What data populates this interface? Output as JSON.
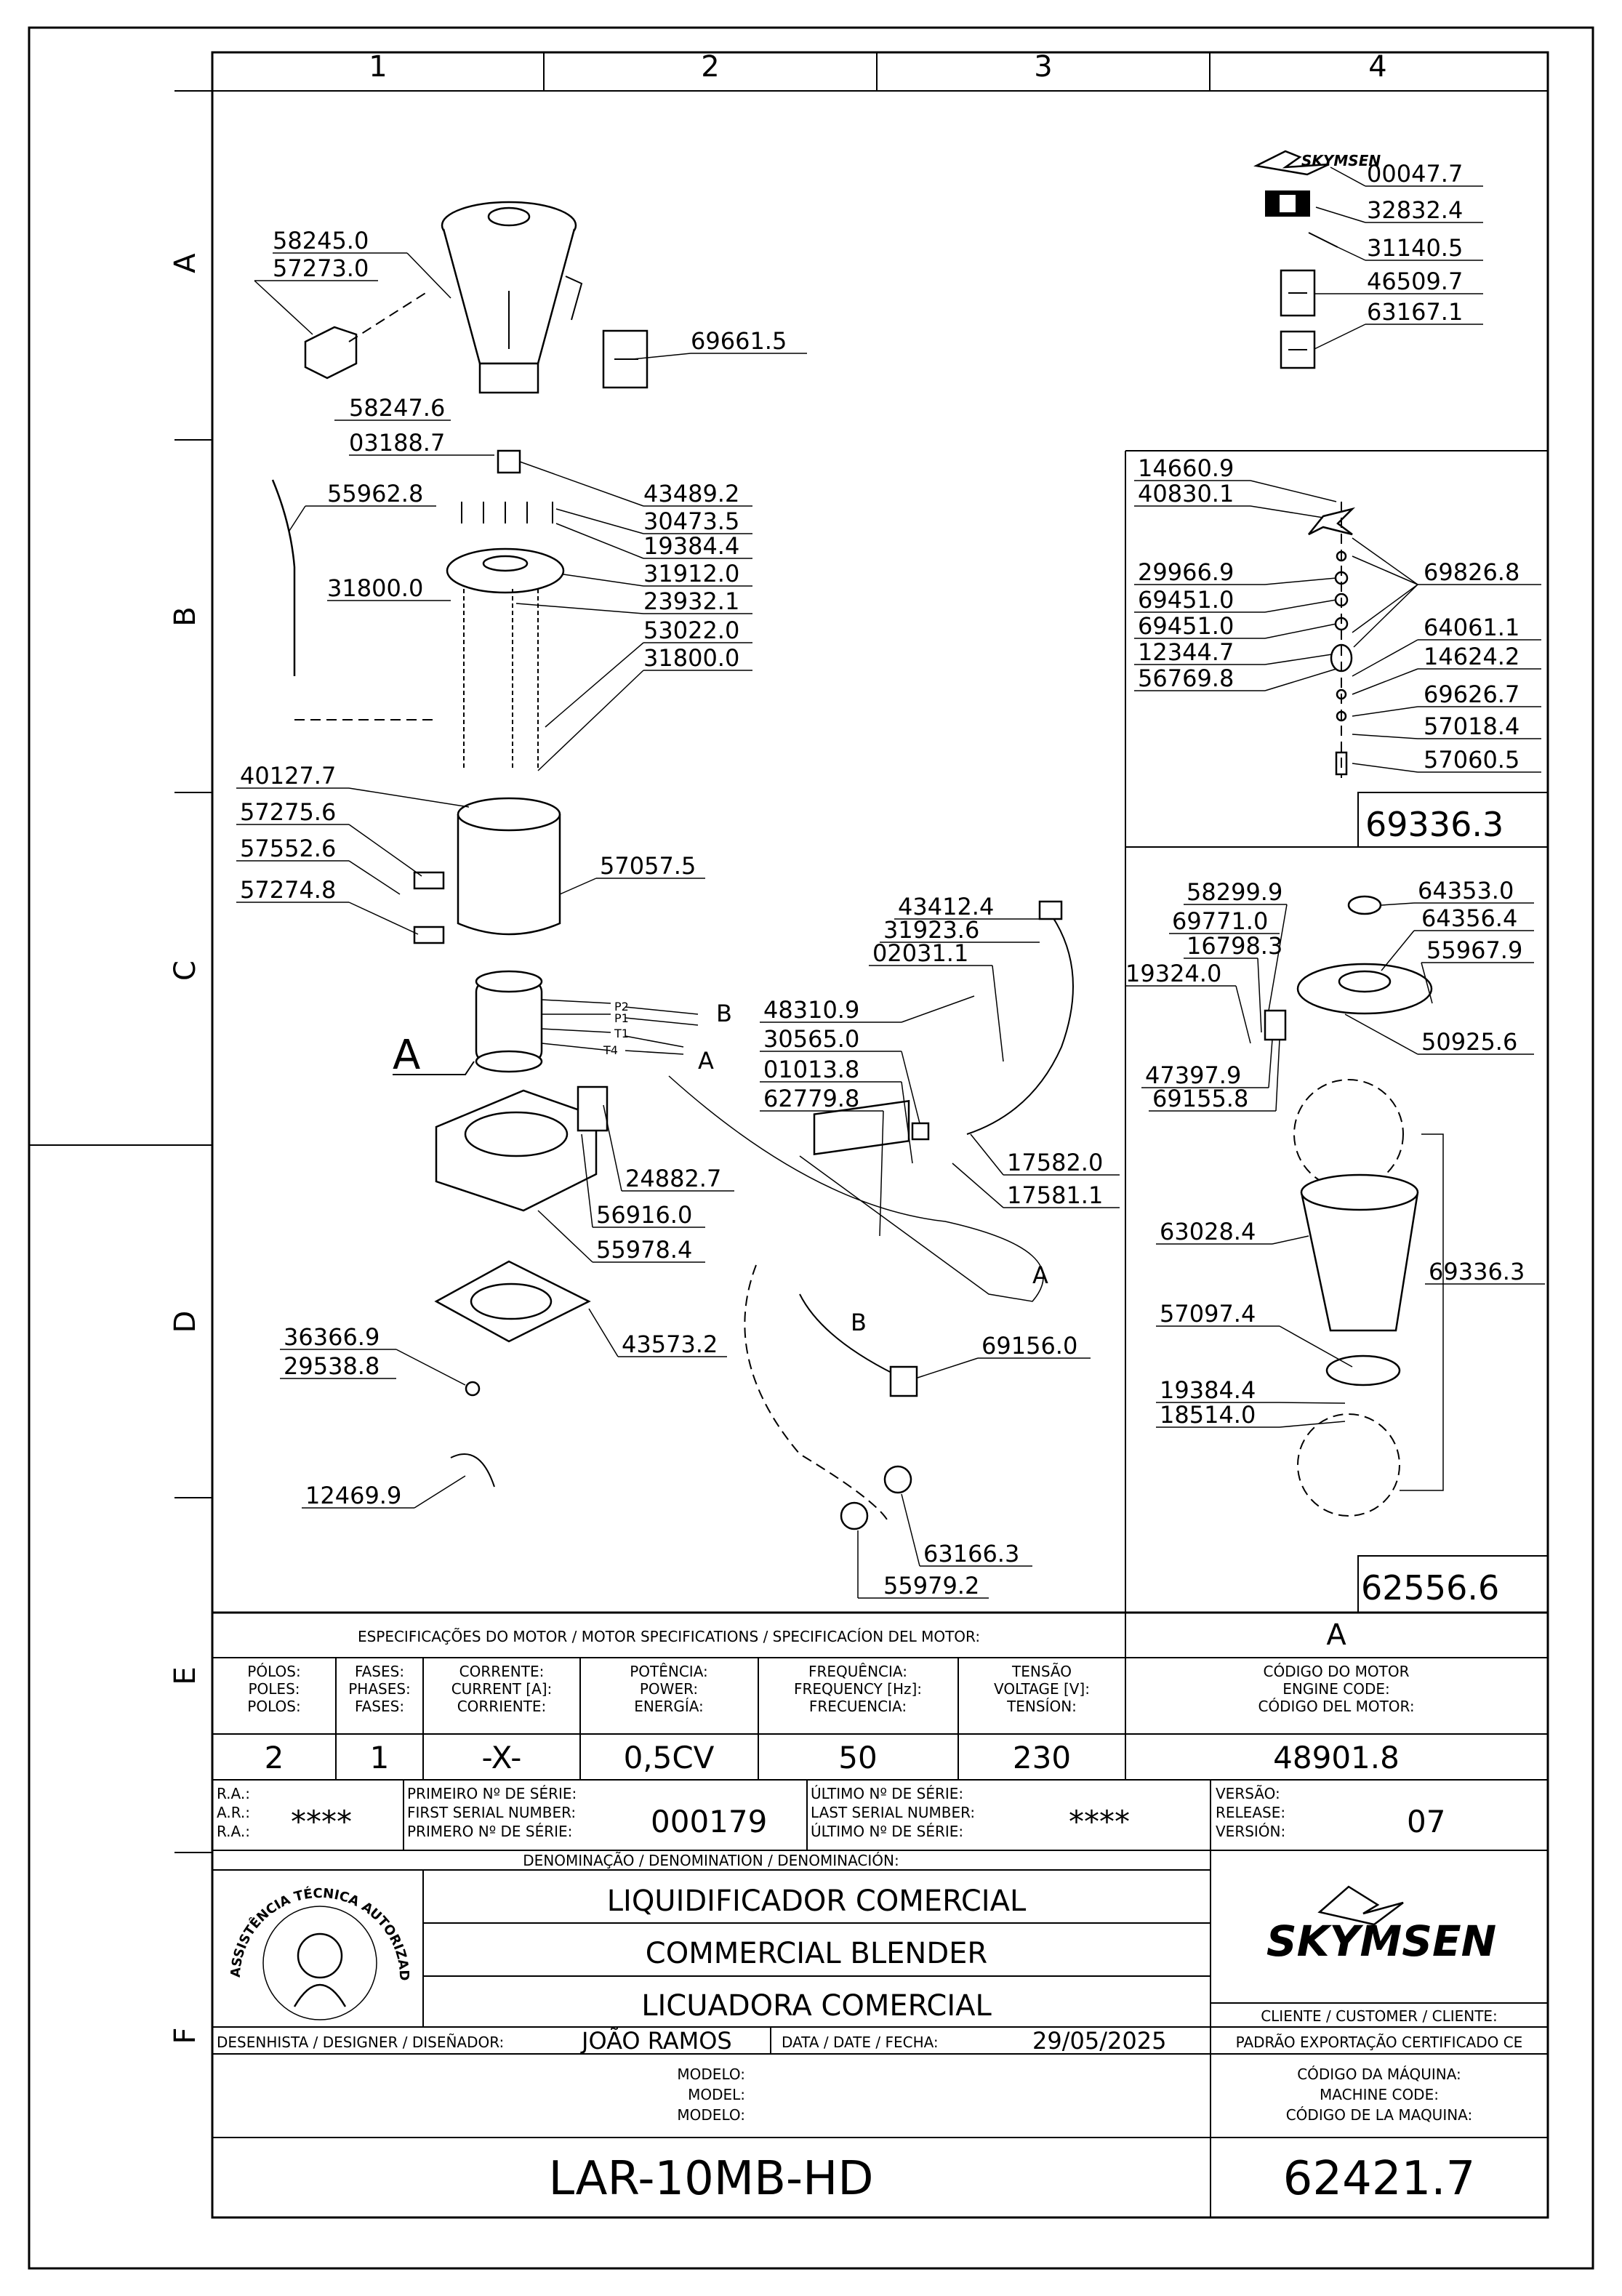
{
  "grid": {
    "columns": [
      "1",
      "2",
      "3",
      "4"
    ],
    "rows": [
      "A",
      "B",
      "C",
      "D",
      "E",
      "F"
    ]
  },
  "callouts": {
    "skymsen_logo_ref": "00047.7",
    "manual_ref": "32832.4",
    "arrow_ref": "31140.5",
    "plate_1": "46509.7",
    "plate_2": "63167.1",
    "c_58245": "58245.0",
    "c_57273": "57273.0",
    "c_69661": "69661.5",
    "c_58247": "58247.6",
    "c_03188": "03188.7",
    "c_55962": "55962.8",
    "c_43489": "43489.2",
    "c_30473": "30473.5",
    "c_19384a": "19384.4",
    "c_31912": "31912.0",
    "c_31800a": "31800.0",
    "c_23932": "23932.1",
    "c_53022": "53022.0",
    "c_31800b": "31800.0",
    "c_40127": "40127.7",
    "c_57275": "57275.6",
    "c_57552": "57552.6",
    "c_57057": "57057.5",
    "c_57274": "57274.8",
    "c_43412": "43412.4",
    "c_31923": "31923.6",
    "c_02031": "02031.1",
    "c_48310": "48310.9",
    "c_30565": "30565.0",
    "c_01013": "01013.8",
    "c_62779": "62779.8",
    "c_17582": "17582.0",
    "c_17581": "17581.1",
    "c_24882": "24882.7",
    "c_56916": "56916.0",
    "c_55978": "55978.4",
    "c_36366": "36366.9",
    "c_29538": "29538.8",
    "c_43573": "43573.2",
    "c_69156": "69156.0",
    "c_12469": "12469.9",
    "c_63166": "63166.3",
    "c_55979": "55979.2",
    "motor_letter": "A",
    "wire_p2": "P2",
    "wire_p1": "P1",
    "wire_t1": "T1",
    "wire_t4": "T4",
    "conn_b": "B",
    "conn_a": "A",
    "conn_a2": "A",
    "conn_b2": "B"
  },
  "detail_top": {
    "left": [
      "14660.9",
      "40830.1",
      "29966.9",
      "69451.0",
      "69451.0",
      "12344.7",
      "56769.8"
    ],
    "right": [
      "69826.8",
      "64061.1",
      "14624.2",
      "69626.7",
      "57018.4",
      "57060.5"
    ],
    "assembly": "69336.3"
  },
  "detail_bottom": {
    "c_58299": "58299.9",
    "c_69771": "69771.0",
    "c_16798": "16798.3",
    "c_19324": "19324.0",
    "c_64353": "64353.0",
    "c_64356": "64356.4",
    "c_55967": "55967.9",
    "c_50925": "50925.6",
    "c_47397": "47397.9",
    "c_69155": "69155.8",
    "c_63028": "63028.4",
    "c_69336": "69336.3",
    "c_57097": "57097.4",
    "c_19384": "19384.4",
    "c_18514": "18514.0",
    "assembly": "62556.6"
  },
  "specs": {
    "heading": "ESPECIFICAÇÕES DO MOTOR / MOTOR SPECIFICATIONS / SPECIFICACÍON DEL MOTOR:",
    "motor_ref_letter": "A",
    "cols": [
      {
        "l1": "PÓLOS:",
        "l2": "POLES:",
        "l3": "POLOS:",
        "value": "2"
      },
      {
        "l1": "FASES:",
        "l2": "PHASES:",
        "l3": "FASES:",
        "value": "1"
      },
      {
        "l1": "CORRENTE:",
        "l2": "CURRENT [A]:",
        "l3": "CORRIENTE:",
        "value": "-X-"
      },
      {
        "l1": "POTÊNCIA:",
        "l2": "POWER:",
        "l3": "ENERGÍA:",
        "value": "0,5CV"
      },
      {
        "l1": "FREQUÊNCIA:",
        "l2": "FREQUENCY [Hz]:",
        "l3": "FRECUENCIA:",
        "value": "50"
      },
      {
        "l1": "TENSÃO",
        "l2": "VOLTAGE [V]:",
        "l3": "TENSÍON:",
        "value": "230"
      }
    ],
    "engine": {
      "l1": "CÓDIGO DO MOTOR",
      "l2": "ENGINE CODE:",
      "l3": "CÓDIGO DEL MOTOR:",
      "value": "48901.8"
    }
  },
  "serial": {
    "ra1": "R.A.:",
    "ar": "A.R.:",
    "ra2": "R.A.:",
    "ra_value": "****",
    "first_l1": "PRIMEIRO Nº DE SÉRIE:",
    "first_l2": "FIRST SERIAL NUMBER:",
    "first_l3": "PRIMERO Nº DE SÉRIE:",
    "first_value": "000179",
    "last_l1": "ÚLTIMO Nº DE SÉRIE:",
    "last_l2": "LAST SERIAL NUMBER:",
    "last_l3": "ÚLTIMO Nº DE SÉRIE:",
    "last_value": "****",
    "ver_l1": "VERSÃO:",
    "ver_l2": "RELEASE:",
    "ver_l3": "VERSIÓN:",
    "ver_value": "07"
  },
  "title_block": {
    "denomination_label": "DENOMINAÇÃO / DENOMINATION / DENOMINACIÓN:",
    "name_pt": "LIQUIDIFICADOR COMERCIAL",
    "name_en": "COMMERCIAL BLENDER",
    "name_es": "LICUADORA COMERCIAL",
    "badge_text": "ASSISTÊNCIA TÉCNICA AUTORIZADA",
    "brand": "SKYMSEN",
    "client_label": "CLIENTE / CUSTOMER / CLIENTE:",
    "designer_label": "DESENHISTA / DESIGNER / DISEÑADOR:",
    "designer": "JOÃO RAMOS",
    "date_label": "DATA / DATE / FECHA:",
    "date": "29/05/2025",
    "export_label": "PADRÃO EXPORTAÇÃO CERTIFICADO CE",
    "model_l1": "MODELO:",
    "model_l2": "MODEL:",
    "model_l3": "MODELO:",
    "model": "LAR-10MB-HD",
    "machine_l1": "CÓDIGO DA MÁQUINA:",
    "machine_l2": "MACHINE CODE:",
    "machine_l3": "CÓDIGO DE LA MAQUINA:",
    "machine_code": "62421.7"
  }
}
